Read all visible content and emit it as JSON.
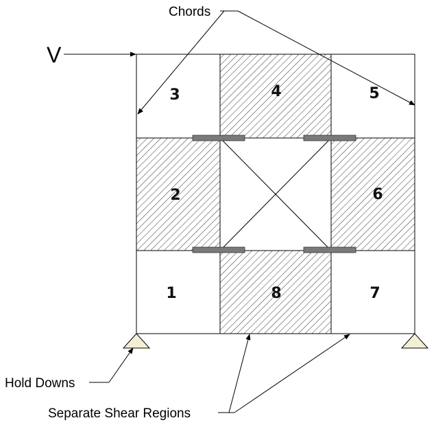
{
  "labels": {
    "load": "V",
    "chords": "Chords",
    "hold_downs": "Hold Downs",
    "shear_regions": "Separate Shear Regions"
  },
  "panels": [
    {
      "id": "1",
      "label": "1",
      "hatched": false
    },
    {
      "id": "2",
      "label": "2",
      "hatched": true
    },
    {
      "id": "3",
      "label": "3",
      "hatched": false
    },
    {
      "id": "4",
      "label": "4",
      "hatched": true
    },
    {
      "id": "5",
      "label": "5",
      "hatched": false
    },
    {
      "id": "6",
      "label": "6",
      "hatched": true
    },
    {
      "id": "7",
      "label": "7",
      "hatched": false
    },
    {
      "id": "8",
      "label": "8",
      "hatched": true
    }
  ],
  "colors": {
    "line": "#000000",
    "strap": "#7a7a7a",
    "support_fill": "#f3efd4"
  }
}
